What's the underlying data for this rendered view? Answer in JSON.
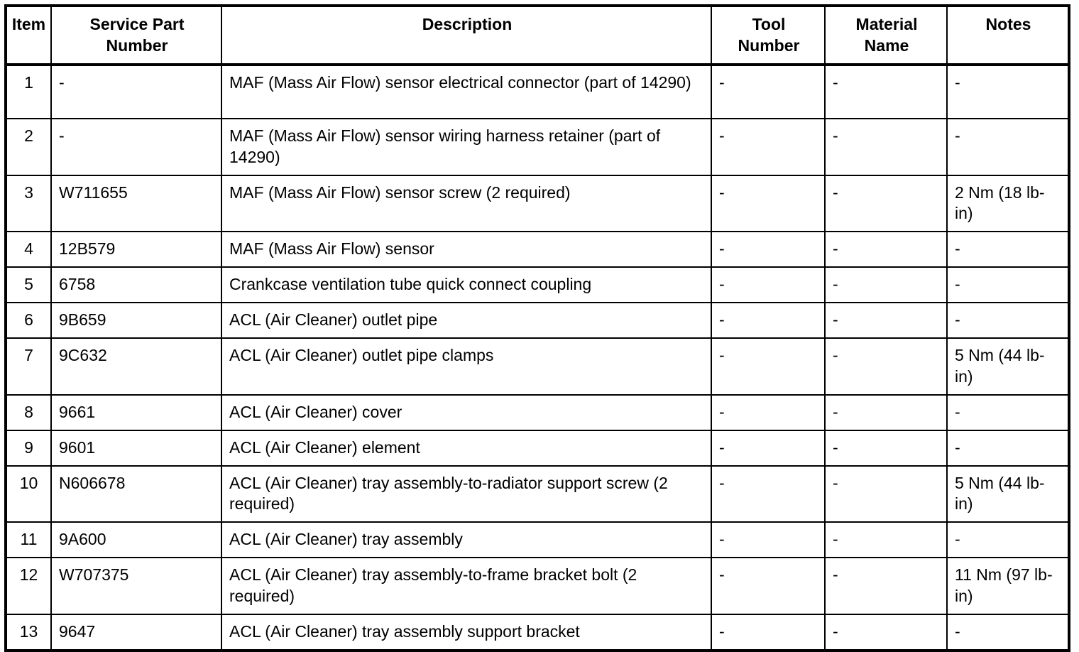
{
  "document": {
    "type": "service-parts-table",
    "border_color": "#000000",
    "background_color": "#ffffff",
    "text_color": "#000000"
  },
  "table": {
    "columns": [
      {
        "key": "item",
        "label_line1": "Item",
        "label_line2": ""
      },
      {
        "key": "spn",
        "label_line1": "Service Part",
        "label_line2": "Number"
      },
      {
        "key": "desc",
        "label_line1": "Description",
        "label_line2": ""
      },
      {
        "key": "tool",
        "label_line1": "Tool",
        "label_line2": "Number"
      },
      {
        "key": "matl",
        "label_line1": "Material",
        "label_line2": "Name"
      },
      {
        "key": "notes",
        "label_line1": "Notes",
        "label_line2": ""
      }
    ],
    "rows": [
      {
        "item": "1",
        "spn": "-",
        "desc": "MAF (Mass Air Flow) sensor electrical connector (part of 14290)",
        "tool": "-",
        "matl": "-",
        "notes": "-",
        "lines": 2
      },
      {
        "item": "2",
        "spn": "-",
        "desc": "MAF (Mass Air Flow) sensor wiring harness retainer (part of 14290)",
        "tool": "-",
        "matl": "-",
        "notes": "-",
        "lines": 2
      },
      {
        "item": "3",
        "spn": "W711655",
        "desc": "MAF (Mass Air Flow) sensor screw (2 required)",
        "tool": "-",
        "matl": "-",
        "notes": "2 Nm (18 lb-in)",
        "lines": 2
      },
      {
        "item": "4",
        "spn": "12B579",
        "desc": "MAF (Mass Air Flow) sensor",
        "tool": "-",
        "matl": "-",
        "notes": "-",
        "lines": 1
      },
      {
        "item": "5",
        "spn": "6758",
        "desc": "Crankcase ventilation tube quick connect coupling",
        "tool": "-",
        "matl": "-",
        "notes": "-",
        "lines": 1
      },
      {
        "item": "6",
        "spn": "9B659",
        "desc": "ACL (Air Cleaner) outlet pipe",
        "tool": "-",
        "matl": "-",
        "notes": "-",
        "lines": 1
      },
      {
        "item": "7",
        "spn": "9C632",
        "desc": "ACL (Air Cleaner) outlet pipe clamps",
        "tool": "-",
        "matl": "-",
        "notes": "5 Nm (44 lb-in)",
        "lines": 2
      },
      {
        "item": "8",
        "spn": "9661",
        "desc": "ACL (Air Cleaner) cover",
        "tool": "-",
        "matl": "-",
        "notes": "-",
        "lines": 1
      },
      {
        "item": "9",
        "spn": "9601",
        "desc": "ACL (Air Cleaner) element",
        "tool": "-",
        "matl": "-",
        "notes": "-",
        "lines": 1
      },
      {
        "item": "10",
        "spn": "N606678",
        "desc": "ACL (Air Cleaner) tray assembly-to-radiator support screw (2 required)",
        "tool": "-",
        "matl": "-",
        "notes": "5 Nm (44 lb-in)",
        "lines": 2
      },
      {
        "item": "11",
        "spn": "9A600",
        "desc": "ACL (Air Cleaner) tray assembly",
        "tool": "-",
        "matl": "-",
        "notes": "-",
        "lines": 1
      },
      {
        "item": "12",
        "spn": "W707375",
        "desc": "ACL (Air Cleaner) tray assembly-to-frame bracket bolt (2 required)",
        "tool": "-",
        "matl": "-",
        "notes": "11 Nm (97 lb-in)",
        "lines": 2
      },
      {
        "item": "13",
        "spn": "9647",
        "desc": "ACL (Air Cleaner) tray assembly support bracket",
        "tool": "-",
        "matl": "-",
        "notes": "-",
        "lines": 1
      }
    ]
  }
}
